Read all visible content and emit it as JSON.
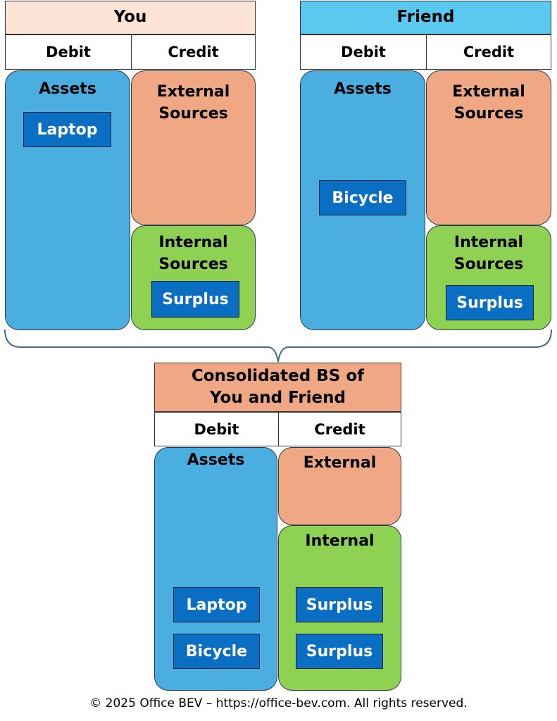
{
  "you": {
    "title": "You",
    "debit_label": "Debit",
    "credit_label": "Credit",
    "assets_label": "Assets",
    "assets_items": [
      "Laptop"
    ],
    "external_label": "External Sources",
    "internal_label": "Internal Sources",
    "internal_items": [
      "Surplus"
    ]
  },
  "friend": {
    "title": "Friend",
    "debit_label": "Debit",
    "credit_label": "Credit",
    "assets_label": "Assets",
    "assets_items": [
      "Bicycle"
    ],
    "external_label": "External Sources",
    "internal_label": "Internal Sources",
    "internal_items": [
      "Surplus"
    ]
  },
  "consolidated": {
    "title": "Consolidated BS of You and Friend",
    "debit_label": "Debit",
    "credit_label": "Credit",
    "assets_label": "Assets",
    "assets_items": [
      "Laptop",
      "Bicycle"
    ],
    "external_label": "External",
    "internal_label": "Internal",
    "internal_items": [
      "Surplus",
      "Surplus"
    ]
  },
  "colors": {
    "you_header": "#fce4d6",
    "friend_header": "#5bc8f0",
    "consolidated_header": "#f0a884",
    "assets": "#4aaee0",
    "external": "#f0a884",
    "internal": "#8fd153",
    "item": "#0a6fc2"
  },
  "footer": "© 2025 Office BEV – https://office-bev.com. All rights reserved."
}
